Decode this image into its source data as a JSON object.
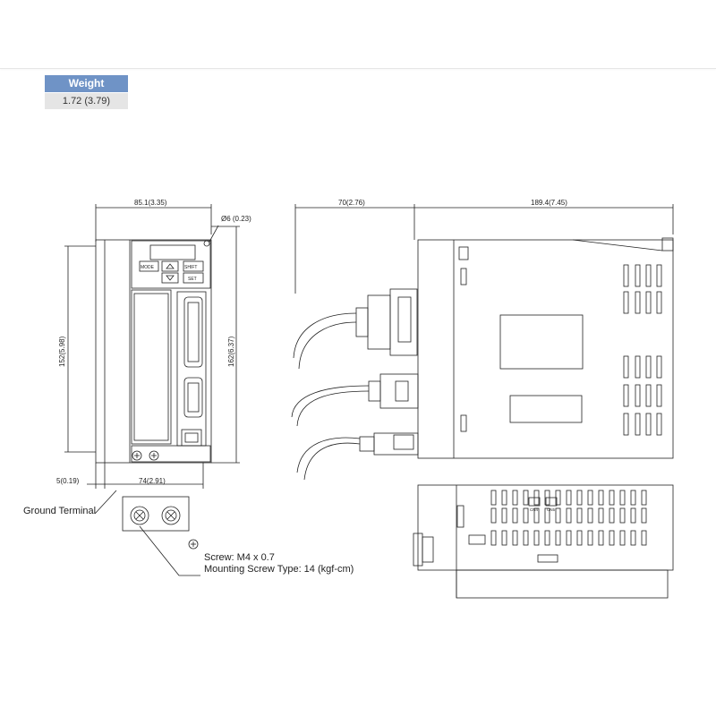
{
  "weight": {
    "header": "Weight",
    "value": "1.72 (3.79)"
  },
  "dimensions": {
    "front_width_top": "85.1(3.35)",
    "hole_diameter": "Ø6 (0.23)",
    "height_inner": "152(5.98)",
    "height_outer": "162(6.37)",
    "offset_left": "5(0.19)",
    "front_width_bottom": "74(2.91)",
    "side_connector_depth": "70(2.76)",
    "side_body_depth": "189.4(7.45)"
  },
  "keypad": {
    "mode": "MODE",
    "shift": "SHIFT",
    "set": "SET"
  },
  "ground_terminal": {
    "label": "Ground Terminal",
    "screw": "Screw: M4 x 0.7",
    "mounting": "Mounting Screw Type: 14 (kgf-cm)"
  },
  "connectors": {
    "cn4": "CN4",
    "cn5": "CN5"
  }
}
